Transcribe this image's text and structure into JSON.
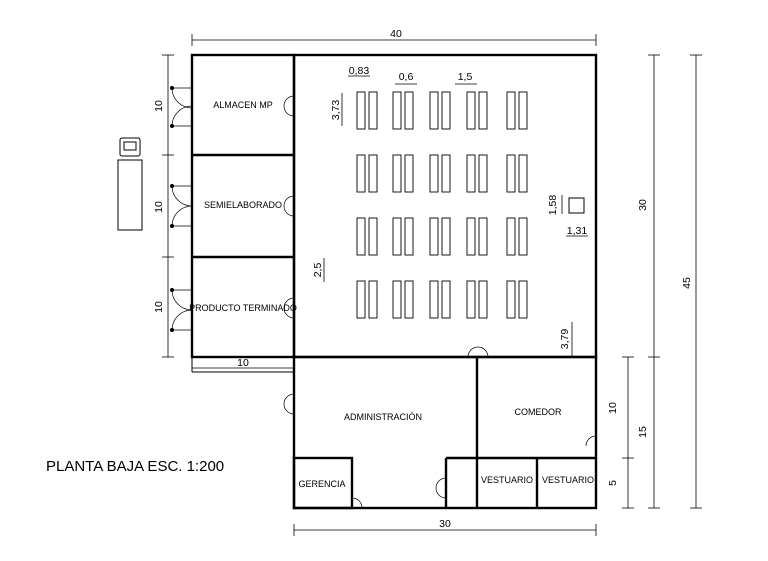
{
  "title": "PLANTA BAJA ESC. 1:200",
  "rooms": {
    "almacen": "ALMACEN MP",
    "semielaborado": "SEMIELABORADO",
    "producto_terminado": "PRODUCTO TERMINADO",
    "administracion": "ADMINISTRACIÓN",
    "comedor": "COMEDOR",
    "gerencia": "GERENCIA",
    "vestuario_1": "VESTUARIO",
    "vestuario_2": "VESTUARIO"
  },
  "dimensions": {
    "top_width": "40",
    "bottom_width": "30",
    "annex_width": "10",
    "left_room_1": "10",
    "left_room_2": "10",
    "left_room_3": "10",
    "right_upper": "30",
    "right_total": "45",
    "right_lower_total": "15",
    "comedor_height": "10",
    "vestuario_height": "5",
    "table_width": "0,83",
    "table_gap_x": "0,6",
    "table_gap_col": "1,5",
    "table_height": "3,73",
    "aisle": "2,5",
    "box_height": "1,58",
    "box_width": "1,31",
    "bottom_clearance": "3,79"
  }
}
